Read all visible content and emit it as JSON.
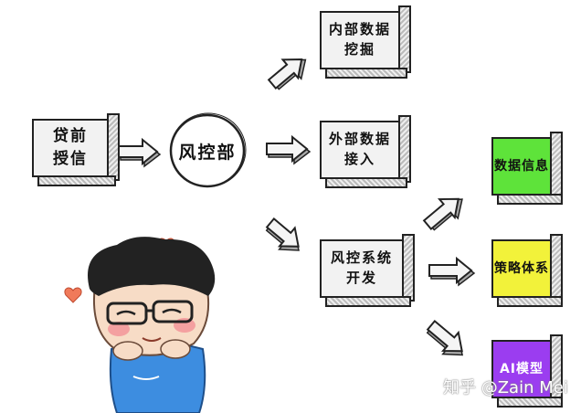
{
  "diagram": {
    "nodes": {
      "pre_loan": {
        "line1": "贷前",
        "line2": "授信",
        "fill": "#f2f2f2"
      },
      "risk_dept": {
        "label": "风控部"
      },
      "internal_mining": {
        "line1": "内部数据",
        "line2": "挖掘",
        "fill": "#f2f2f2"
      },
      "external_access": {
        "line1": "外部数据",
        "line2": "接入",
        "fill": "#f2f2f2"
      },
      "system_dev": {
        "line1": "风控系统",
        "line2": "开发",
        "fill": "#f2f2f2"
      },
      "data_info": {
        "label": "数据信息",
        "fill": "#5ee33a"
      },
      "strategy": {
        "label": "策略体系",
        "fill": "#f2f23a"
      },
      "ai_model": {
        "label": "AI模型",
        "fill": "#9b3df0"
      }
    },
    "edges": [
      {
        "from": "pre_loan",
        "to": "risk_dept"
      },
      {
        "from": "risk_dept",
        "to": "internal_mining"
      },
      {
        "from": "risk_dept",
        "to": "external_access"
      },
      {
        "from": "risk_dept",
        "to": "system_dev"
      },
      {
        "from": "system_dev",
        "to": "data_info"
      },
      {
        "from": "system_dev",
        "to": "strategy"
      },
      {
        "from": "system_dev",
        "to": "ai_model"
      }
    ],
    "watermark": "知乎 @Zain Mei"
  }
}
